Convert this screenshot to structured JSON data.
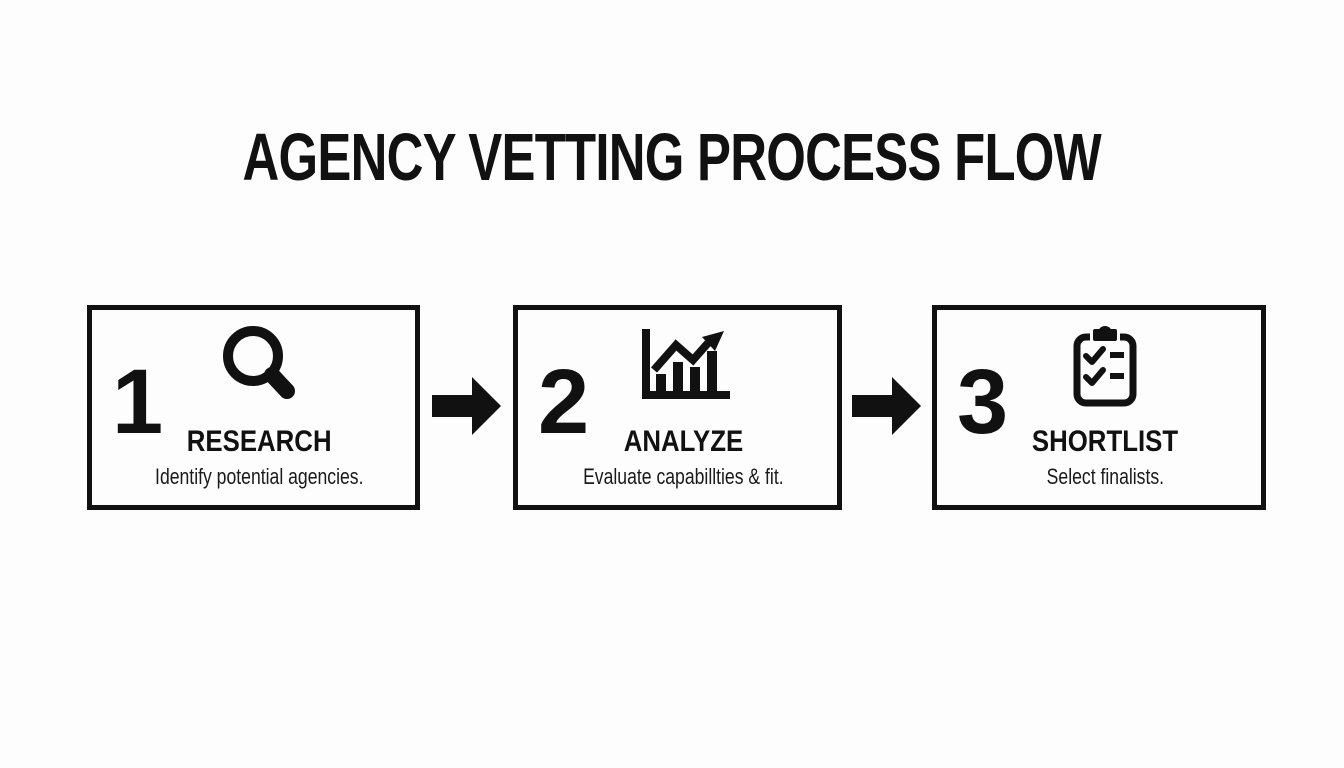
{
  "colors": {
    "background": "#fdfdfd",
    "ink": "#111111",
    "box_border": "#111111"
  },
  "title": "AGENCY VETTING PROCESS FLOW",
  "steps": [
    {
      "number": "1",
      "icon": "search-icon",
      "label": "RESEARCH",
      "description": "Identify potential agencies."
    },
    {
      "number": "2",
      "icon": "bar-chart-growth-icon",
      "label": "ANALYZE",
      "description": "Evaluate capabillties & fit."
    },
    {
      "number": "3",
      "icon": "clipboard-checklist-icon",
      "label": "SHORTLIST",
      "description": "Select finalists."
    }
  ],
  "connectors": [
    {
      "icon": "arrow-right-icon"
    },
    {
      "icon": "arrow-right-icon"
    }
  ]
}
